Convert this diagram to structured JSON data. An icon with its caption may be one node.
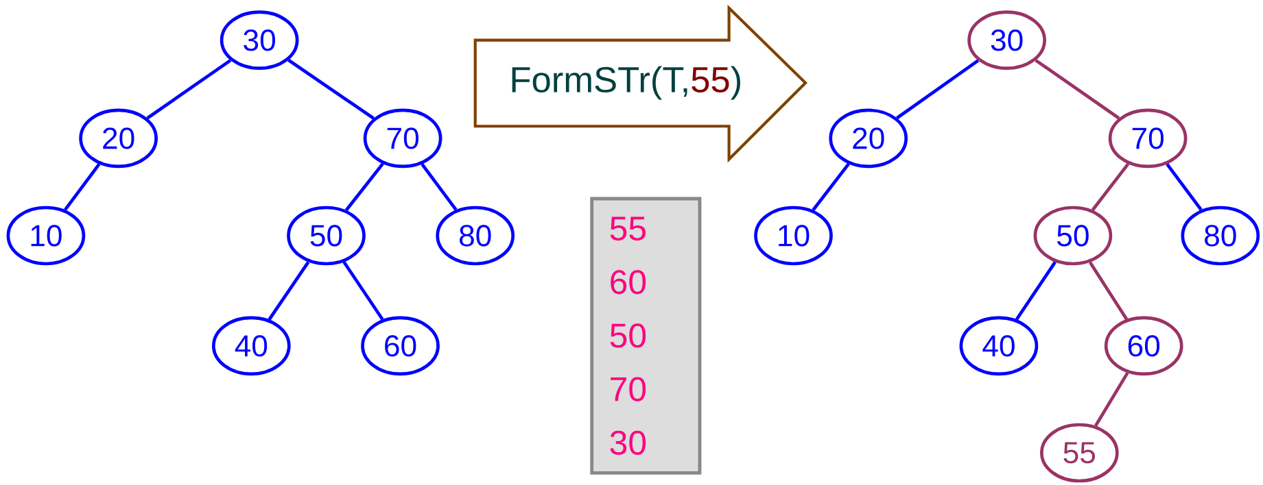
{
  "diagram": {
    "nodes": [
      {
        "text": [
          "30"
        ]
      },
      {
        "text": [
          "20"
        ]
      },
      {
        "text": [
          "70"
        ]
      },
      {
        "text": [
          "10"
        ]
      },
      {
        "text": [
          "50"
        ]
      },
      {
        "text": [
          "80"
        ]
      },
      {
        "text": [
          "40"
        ]
      },
      {
        "text": [
          "60"
        ]
      },
      {
        "text": [
          "FormSTr(T,",
          "55",
          ")"
        ]
      },
      {
        "text": [
          "55",
          "60",
          "50",
          "70",
          "30"
        ]
      },
      {
        "text": [
          "30"
        ]
      },
      {
        "text": [
          "20"
        ]
      },
      {
        "text": [
          "70"
        ]
      },
      {
        "text": [
          "10"
        ]
      },
      {
        "text": [
          "50"
        ]
      },
      {
        "text": [
          "80"
        ]
      },
      {
        "text": [
          "40"
        ]
      },
      {
        "text": [
          "60"
        ]
      },
      {
        "text": [
          "55"
        ]
      }
    ],
    "edges": [
      {
        "from": 0,
        "to": 1,
        "arrow": "none"
      },
      {
        "from": 0,
        "to": 2,
        "arrow": "none"
      },
      {
        "from": 1,
        "to": 3,
        "arrow": "none"
      },
      {
        "from": 2,
        "to": 4,
        "arrow": "none"
      },
      {
        "from": 2,
        "to": 5,
        "arrow": "none"
      },
      {
        "from": 4,
        "to": 6,
        "arrow": "none"
      },
      {
        "from": 4,
        "to": 7,
        "arrow": "none"
      },
      {
        "from": 10,
        "to": 11,
        "arrow": "none"
      },
      {
        "from": 10,
        "to": 12,
        "arrow": "none",
        "color": "#993366"
      },
      {
        "from": 11,
        "to": 13,
        "arrow": "none"
      },
      {
        "from": 12,
        "to": 14,
        "arrow": "none",
        "color": "#993366"
      },
      {
        "from": 12,
        "to": 15,
        "arrow": "none"
      },
      {
        "from": 14,
        "to": 16,
        "arrow": "none"
      },
      {
        "from": 14,
        "to": 17,
        "arrow": "none",
        "color": "#993366"
      },
      {
        "from": 17,
        "to": 18,
        "arrow": "none",
        "color": "#993366"
      }
    ]
  }
}
